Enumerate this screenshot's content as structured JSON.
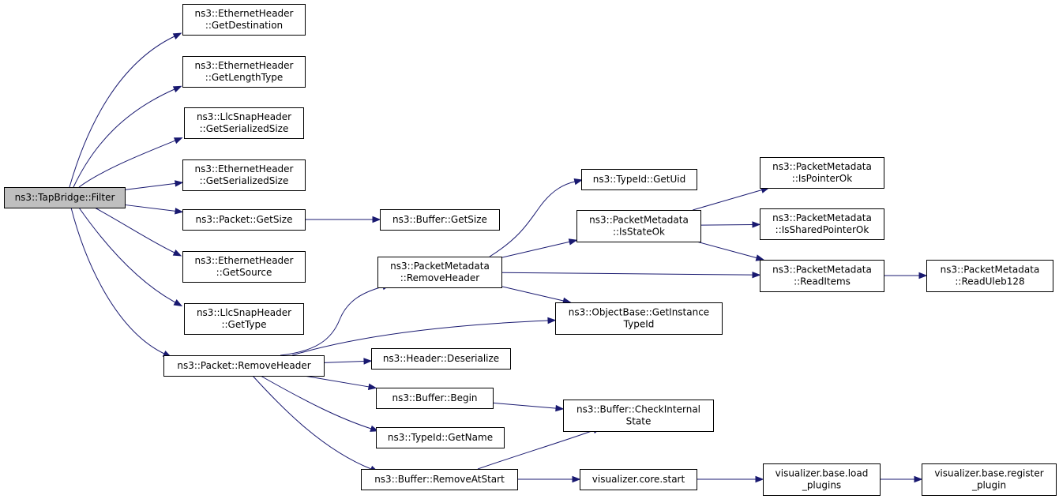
{
  "graph": {
    "root": "filter",
    "nodes": [
      {
        "id": "filter",
        "lines": [
          "ns3::TapBridge::Filter"
        ]
      },
      {
        "id": "eth_getdest",
        "lines": [
          "ns3::EthernetHeader",
          "::GetDestination"
        ]
      },
      {
        "id": "eth_getlentype",
        "lines": [
          "ns3::EthernetHeader",
          "::GetLengthType"
        ]
      },
      {
        "id": "llc_getsersize",
        "lines": [
          "ns3::LlcSnapHeader",
          "::GetSerializedSize"
        ]
      },
      {
        "id": "eth_getsersize",
        "lines": [
          "ns3::EthernetHeader",
          "::GetSerializedSize"
        ]
      },
      {
        "id": "pkt_getsize",
        "lines": [
          "ns3::Packet::GetSize"
        ]
      },
      {
        "id": "eth_getsource",
        "lines": [
          "ns3::EthernetHeader",
          "::GetSource"
        ]
      },
      {
        "id": "llc_gettype",
        "lines": [
          "ns3::LlcSnapHeader",
          "::GetType"
        ]
      },
      {
        "id": "pkt_removeheader",
        "lines": [
          "ns3::Packet::RemoveHeader"
        ]
      },
      {
        "id": "buf_getsize",
        "lines": [
          "ns3::Buffer::GetSize"
        ]
      },
      {
        "id": "pm_removeheader",
        "lines": [
          "ns3::PacketMetadata",
          "::RemoveHeader"
        ]
      },
      {
        "id": "hdr_deserialize",
        "lines": [
          "ns3::Header::Deserialize"
        ]
      },
      {
        "id": "buf_begin",
        "lines": [
          "ns3::Buffer::Begin"
        ]
      },
      {
        "id": "typeid_getname",
        "lines": [
          "ns3::TypeId::GetName"
        ]
      },
      {
        "id": "buf_removeatstart",
        "lines": [
          "ns3::Buffer::RemoveAtStart"
        ]
      },
      {
        "id": "typeid_getuid",
        "lines": [
          "ns3::TypeId::GetUid"
        ]
      },
      {
        "id": "pm_isstateok",
        "lines": [
          "ns3::PacketMetadata",
          "::IsStateOk"
        ]
      },
      {
        "id": "ob_getinstancetypeid",
        "lines": [
          "ns3::ObjectBase::GetInstance",
          "TypeId"
        ]
      },
      {
        "id": "buf_checkinternalstate",
        "lines": [
          "ns3::Buffer::CheckInternal",
          "State"
        ]
      },
      {
        "id": "vis_core_start",
        "lines": [
          "visualizer.core.start"
        ]
      },
      {
        "id": "pm_ispointerok",
        "lines": [
          "ns3::PacketMetadata",
          "::IsPointerOk"
        ]
      },
      {
        "id": "pm_issharedpointerok",
        "lines": [
          "ns3::PacketMetadata",
          "::IsSharedPointerOk"
        ]
      },
      {
        "id": "pm_readitems",
        "lines": [
          "ns3::PacketMetadata",
          "::ReadItems"
        ]
      },
      {
        "id": "vis_base_loadplugins",
        "lines": [
          "visualizer.base.load",
          "_plugins"
        ]
      },
      {
        "id": "pm_readuleb128",
        "lines": [
          "ns3::PacketMetadata",
          "::ReadUleb128"
        ]
      },
      {
        "id": "vis_base_registerplugin",
        "lines": [
          "visualizer.base.register",
          "_plugin"
        ]
      }
    ],
    "edges": [
      [
        "filter",
        "eth_getdest"
      ],
      [
        "filter",
        "eth_getlentype"
      ],
      [
        "filter",
        "llc_getsersize"
      ],
      [
        "filter",
        "eth_getsersize"
      ],
      [
        "filter",
        "pkt_getsize"
      ],
      [
        "filter",
        "eth_getsource"
      ],
      [
        "filter",
        "llc_gettype"
      ],
      [
        "filter",
        "pkt_removeheader"
      ],
      [
        "pkt_getsize",
        "buf_getsize"
      ],
      [
        "pkt_removeheader",
        "pm_removeheader"
      ],
      [
        "pkt_removeheader",
        "ob_getinstancetypeid"
      ],
      [
        "pkt_removeheader",
        "hdr_deserialize"
      ],
      [
        "pkt_removeheader",
        "buf_begin"
      ],
      [
        "pkt_removeheader",
        "typeid_getname"
      ],
      [
        "pkt_removeheader",
        "buf_removeatstart"
      ],
      [
        "pm_removeheader",
        "typeid_getuid"
      ],
      [
        "pm_removeheader",
        "pm_isstateok"
      ],
      [
        "pm_removeheader",
        "pm_readitems"
      ],
      [
        "pm_removeheader",
        "ob_getinstancetypeid"
      ],
      [
        "pm_isstateok",
        "pm_ispointerok"
      ],
      [
        "pm_isstateok",
        "pm_issharedpointerok"
      ],
      [
        "pm_isstateok",
        "pm_readitems"
      ],
      [
        "pm_readitems",
        "pm_readuleb128"
      ],
      [
        "buf_begin",
        "buf_checkinternalstate"
      ],
      [
        "buf_removeatstart",
        "buf_checkinternalstate"
      ],
      [
        "buf_removeatstart",
        "vis_core_start"
      ],
      [
        "vis_core_start",
        "vis_base_loadplugins"
      ],
      [
        "vis_base_loadplugins",
        "vis_base_registerplugin"
      ]
    ]
  }
}
